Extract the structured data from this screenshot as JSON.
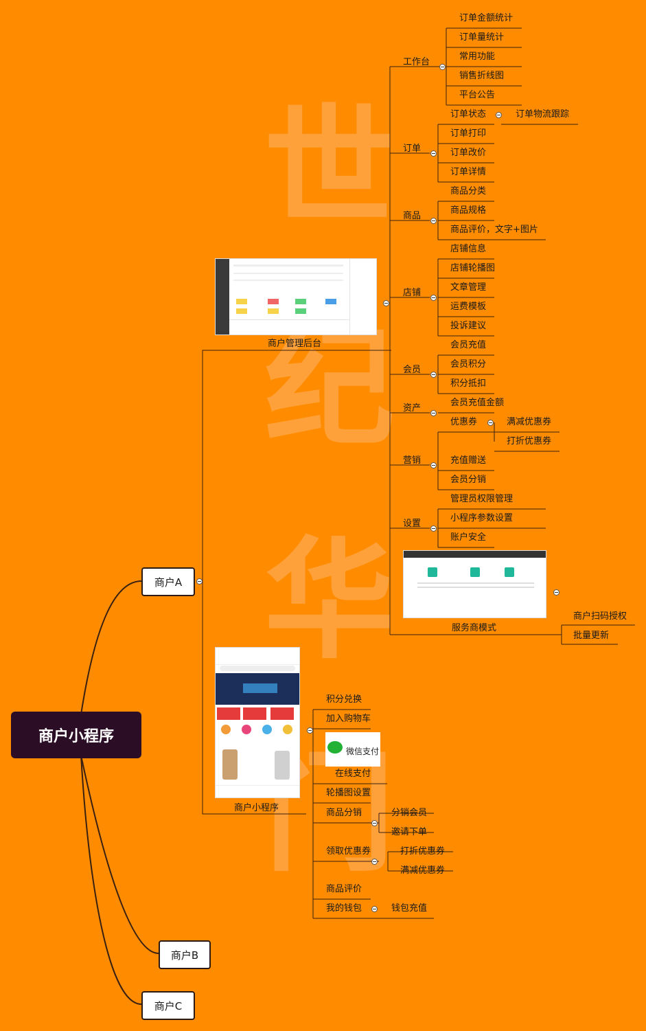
{
  "watermark": [
    "世",
    "纪",
    "华",
    "门"
  ],
  "root": "商户小程序",
  "merchants": [
    "商户A",
    "商户B",
    "商户C"
  ],
  "admin": {
    "caption": "商户管理后台",
    "groups": [
      {
        "name": "工作台",
        "items": [
          "订单金额统计",
          "订单量统计",
          "常用功能",
          "销售折线图",
          "平台公告"
        ]
      },
      {
        "name": "订单",
        "items": [
          {
            "name": "订单状态",
            "children": [
              "订单物流跟踪"
            ]
          },
          "订单打印",
          "订单改价",
          "订单详情"
        ]
      },
      {
        "name": "商品",
        "items": [
          "商品分类",
          "商品规格",
          "商品评价，文字+图片"
        ]
      },
      {
        "name": "店铺",
        "items": [
          "店铺信息",
          "店铺轮播图",
          "文章管理",
          "运费模板",
          "投诉建议"
        ]
      },
      {
        "name": "会员",
        "items": [
          "会员充值",
          "会员积分",
          "积分抵扣"
        ]
      },
      {
        "name": "资产",
        "items": [
          "会员充值金额"
        ]
      },
      {
        "name": "营销",
        "items": [
          {
            "name": "优惠券",
            "children": [
              "满减优惠券",
              "打折优惠券"
            ]
          },
          "充值赠送",
          "会员分销"
        ]
      },
      {
        "name": "设置",
        "items": [
          "管理员权限管理",
          "小程序参数设置",
          "账户安全"
        ]
      }
    ],
    "service": {
      "caption": "服务商模式",
      "items": [
        "商户扫码授权",
        "批量更新"
      ]
    }
  },
  "miniapp": {
    "caption": "商户小程序",
    "wechat_pay_label": "微信支付",
    "items": [
      {
        "name": "积分兑换"
      },
      {
        "name": "加入购物车"
      },
      {
        "name": "在线支付"
      },
      {
        "name": "轮播图设置"
      },
      {
        "name": "商品分销",
        "children": [
          "分销会员",
          "邀请下单"
        ]
      },
      {
        "name": "领取优惠券",
        "children": [
          "打折优惠券",
          "满减优惠券"
        ]
      },
      {
        "name": "商品评价"
      },
      {
        "name": "我的钱包",
        "children": [
          "钱包充值"
        ]
      }
    ]
  },
  "colors": {
    "background": "#ff8c00",
    "root": "#2b0d26",
    "line": "#3a2010",
    "watermark": "#ffb36b"
  }
}
